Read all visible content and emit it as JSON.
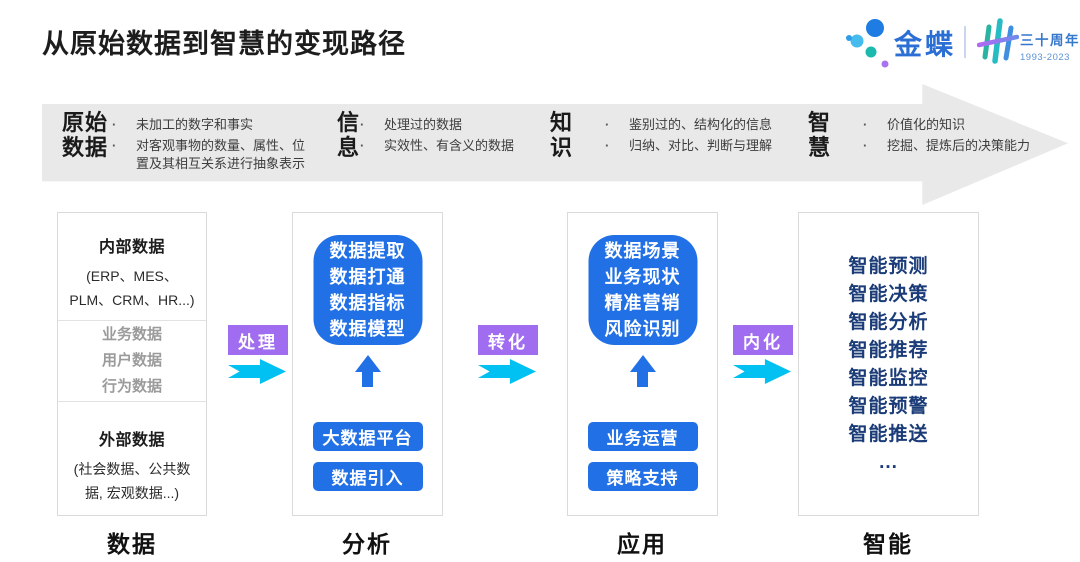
{
  "title": "从原始数据到智慧的变现路径",
  "logo": {
    "brand": "金蝶",
    "anniversary": "三十周年",
    "years": "1993-2023"
  },
  "banner": {
    "bullet": "·",
    "stages": [
      {
        "label_lines": [
          "原始",
          "数据"
        ],
        "points": [
          "未加工的数字和事实",
          "对客观事物的数量、属性、位置及其相互关系进行抽象表示"
        ]
      },
      {
        "label_lines": [
          "信",
          "息"
        ],
        "points": [
          "处理过的数据",
          "实效性、有含义的数据"
        ]
      },
      {
        "label_lines": [
          "知",
          "识"
        ],
        "points": [
          "鉴别过的、结构化的信息",
          "归纳、对比、判断与理解"
        ]
      },
      {
        "label_lines": [
          "智",
          "慧"
        ],
        "points": [
          "价值化的知识",
          "挖掘、提炼后的决策能力"
        ]
      }
    ]
  },
  "flow": {
    "connectors": [
      "处理",
      "转化",
      "内化"
    ],
    "columns": [
      {
        "footer": "数据",
        "sections": [
          {
            "heading": "内部数据",
            "sub": "(ERP、MES、PLM、CRM、HR...)"
          },
          {
            "list": [
              "业务数据",
              "用户数据",
              "行为数据"
            ]
          },
          {
            "heading": "外部数据",
            "sub": "(社会数据、公共数据, 宏观数据...)"
          }
        ]
      },
      {
        "footer": "分析",
        "card_lines": [
          "数据提取",
          "数据打通",
          "数据指标",
          "数据模型"
        ],
        "buttons": [
          "大数据平台",
          "数据引入"
        ]
      },
      {
        "footer": "应用",
        "card_lines": [
          "数据场景",
          "业务现状",
          "精准营销",
          "风险识别"
        ],
        "buttons": [
          "业务运营",
          "策略支持"
        ]
      },
      {
        "footer": "智能",
        "items": [
          "智能预测",
          "智能决策",
          "智能分析",
          "智能推荐",
          "智能监控",
          "智能预警",
          "智能推送",
          "..."
        ]
      }
    ]
  },
  "colors": {
    "accent-blue": "#2170E5",
    "navy-text": "#1B3C78",
    "connector-purple": "#A06CF0",
    "connector-cyan": "#00C1F2",
    "banner-gray": "#E9E9E9",
    "brand-blue": "#2B6FD4"
  }
}
